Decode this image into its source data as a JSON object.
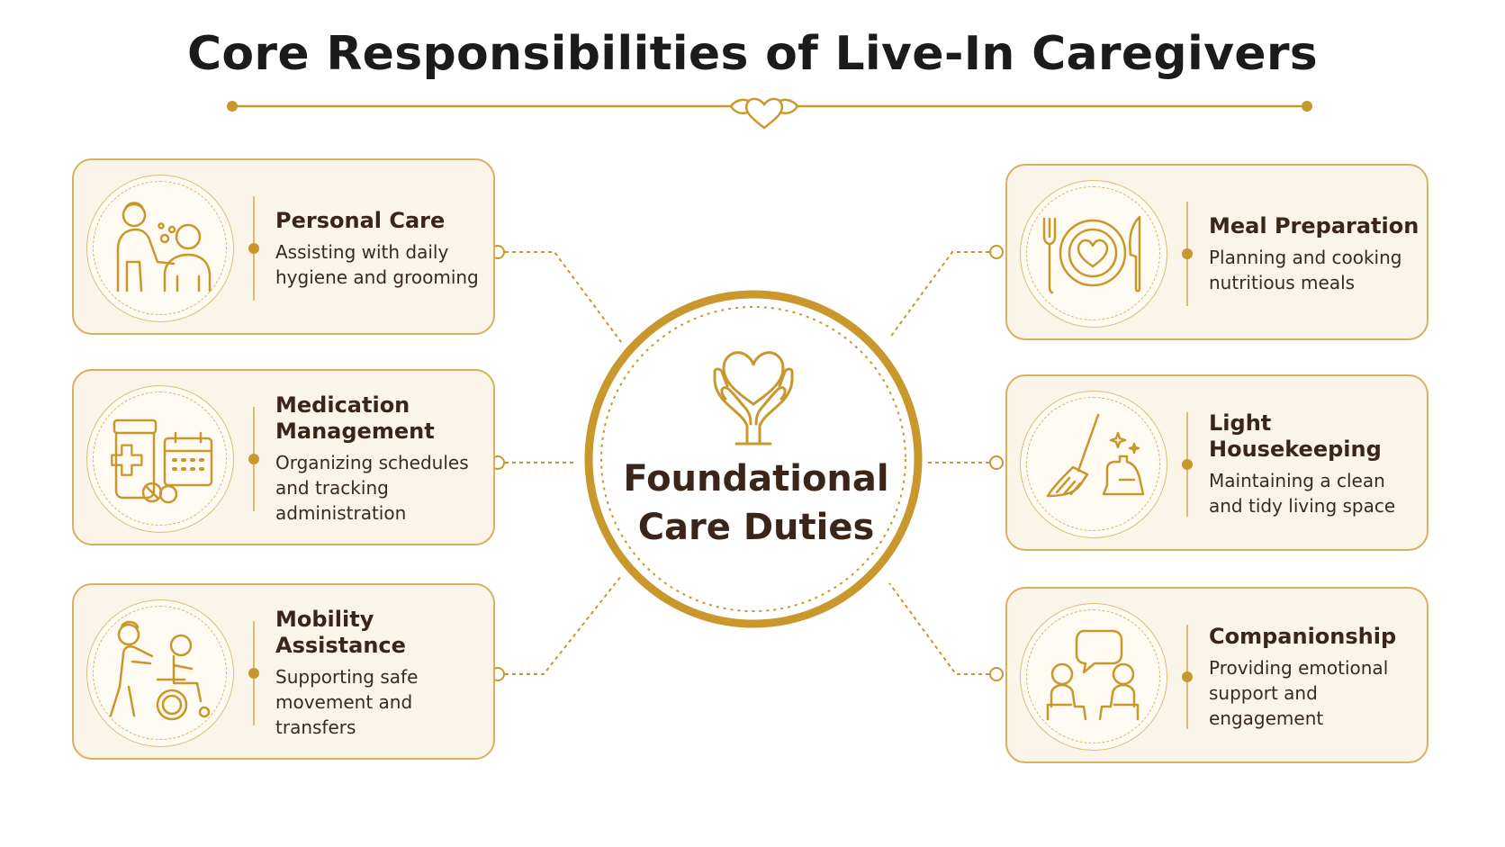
{
  "title": "Core Responsibilities of Live-In Caregivers",
  "center": {
    "line1": "Foundational",
    "line2": "Care Duties",
    "icon": "heart-in-hands-icon"
  },
  "cards": [
    {
      "id": "personal-care",
      "title": "Personal Care",
      "description": "Assisting with daily hygiene and grooming",
      "icon": "caregiver-assisting-person-icon"
    },
    {
      "id": "medication-management",
      "title": "Medication Management",
      "description": "Organizing schedules and tracking administration",
      "icon": "pill-bottle-calendar-icon"
    },
    {
      "id": "mobility-assistance",
      "title": "Mobility Assistance",
      "description": "Supporting safe movement and transfers",
      "icon": "wheelchair-assist-icon"
    },
    {
      "id": "meal-preparation",
      "title": "Meal Preparation",
      "description": "Planning and cooking nutritious meals",
      "icon": "plate-fork-knife-icon"
    },
    {
      "id": "light-housekeeping",
      "title": "Light Housekeeping",
      "description": "Maintaining a clean and tidy living space",
      "icon": "broom-dustpan-icon"
    },
    {
      "id": "companionship",
      "title": "Companionship",
      "description": "Providing emotional support and engagement",
      "icon": "two-people-conversation-icon"
    }
  ],
  "colors": {
    "accent": "#c9982d",
    "accent_light": "#dcbb78",
    "card_fill": "#fbf4e8",
    "title_text": "#1b1b1b",
    "body_text": "#3a2518"
  }
}
